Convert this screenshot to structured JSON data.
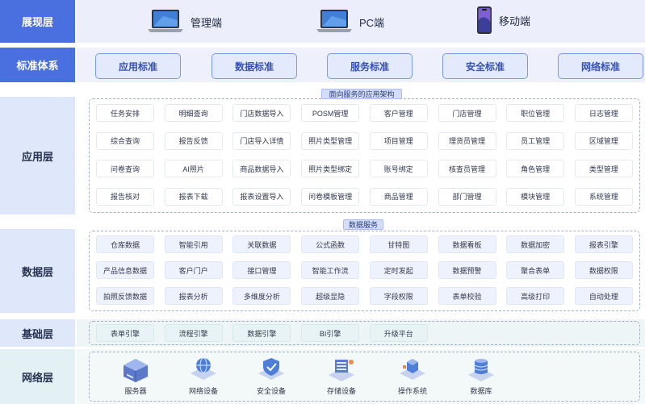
{
  "layers": {
    "presentation": "展现层",
    "standards": "标准体系",
    "application": "应用层",
    "data": "数据层",
    "base": "基础层",
    "network": "网络层"
  },
  "devices": [
    {
      "label": "管理端",
      "icon": "laptop-icon"
    },
    {
      "label": "PC端",
      "icon": "laptop-icon"
    },
    {
      "label": "移动端",
      "icon": "smartphone-icon"
    }
  ],
  "standards": [
    "应用标准",
    "数据标准",
    "服务标准",
    "安全标准",
    "网络标准"
  ],
  "app_tag": "面向服务的应用架构",
  "app_rows": [
    [
      "任务安排",
      "明细查询",
      "门店数据导入",
      "POSM管理",
      "客户管理",
      "门店管理",
      "职位管理",
      "日志管理"
    ],
    [
      "综合查询",
      "报告反馈",
      "门店导入详情",
      "照片类型管理",
      "项目管理",
      "理货员管理",
      "员工管理",
      "区域管理"
    ],
    [
      "问卷查询",
      "AI照片",
      "商品数据导入",
      "照片类型绑定",
      "账号绑定",
      "核查员管理",
      "角色管理",
      "类型管理"
    ],
    [
      "报告核对",
      "报表下载",
      "报表设置导入",
      "问卷模板管理",
      "商品管理",
      "部门管理",
      "模块管理",
      "系统管理"
    ]
  ],
  "data_tag": "数据服务",
  "data_rows": [
    [
      "仓库数据",
      "智能引用",
      "关联数据",
      "公式函数",
      "甘特图",
      "数据看板",
      "数据加密",
      "报表引擎"
    ],
    [
      "产品信息数据",
      "客户门户",
      "接口管理",
      "智能工作流",
      "定时发起",
      "数据预警",
      "聚合表单",
      "数据权限"
    ],
    [
      "拍照反馈数据",
      "报表分析",
      "多维度分析",
      "超级显隐",
      "字段权限",
      "表单校验",
      "高级打印",
      "自动处理"
    ]
  ],
  "base_items": [
    "表单引擎",
    "流程引擎",
    "数据引擎",
    "BI引擎",
    "升级平台"
  ],
  "network_items": [
    {
      "label": "服务器",
      "icon": "server-icon"
    },
    {
      "label": "网络设备",
      "icon": "network-device-icon"
    },
    {
      "label": "安全设备",
      "icon": "security-device-icon"
    },
    {
      "label": "存储设备",
      "icon": "storage-device-icon"
    },
    {
      "label": "操作系统",
      "icon": "operating-system-icon"
    },
    {
      "label": "数据库",
      "icon": "database-icon"
    }
  ],
  "colors": {
    "accent": "#4a6fde",
    "label_light": "#dfe7fb",
    "label_pale": "#e3f1f4",
    "standard_border": "#7a9ae6"
  }
}
